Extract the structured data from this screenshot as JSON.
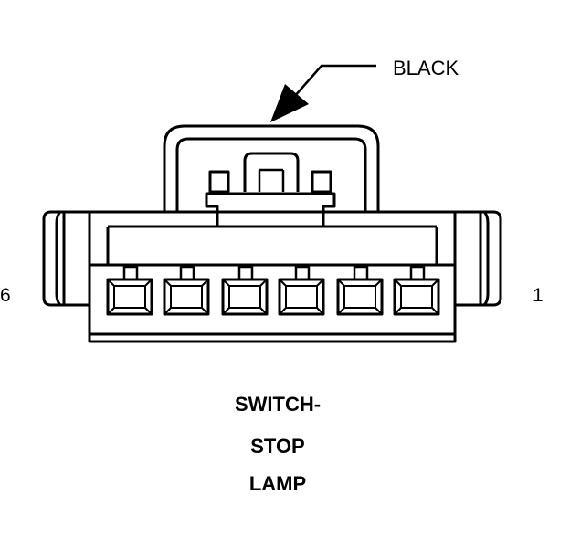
{
  "wire_color": "BLACK",
  "pin_left": "6",
  "pin_right": "1",
  "component_label": [
    "SWITCH-",
    "STOP",
    "LAMP"
  ],
  "cavity_count": 6,
  "line_color": "#000000"
}
